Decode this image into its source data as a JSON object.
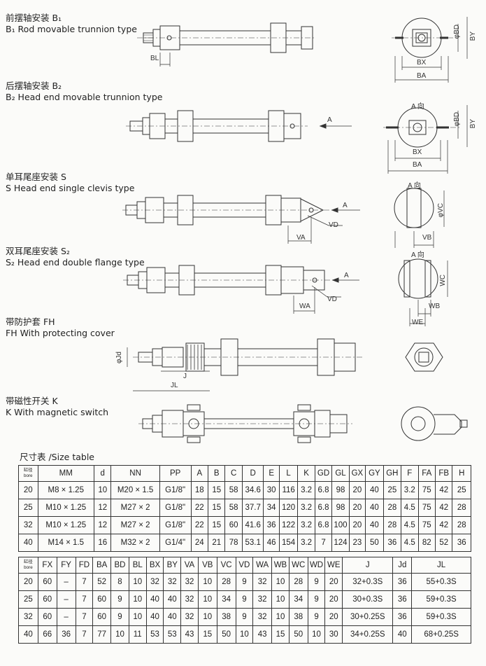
{
  "sections": [
    {
      "cn": "前摆轴安装 B₁",
      "en": "B₁ Rod movable trunnion type"
    },
    {
      "cn": "后摆轴安装 B₂",
      "en": "B₂ Head end movable trunnion type"
    },
    {
      "cn": "单耳尾座安装 S",
      "en": "S   Head end single clevis type"
    },
    {
      "cn": "双耳尾座安装 S₂",
      "en": "S₂ Head end double flange type"
    },
    {
      "cn": "带防护套 FH",
      "en": "FH   With protecting cover"
    },
    {
      "cn": "带磁性开关 K",
      "en": "K With magnetic switch"
    }
  ],
  "drawing_labels": {
    "bl": "BL",
    "bx": "BX",
    "ba": "BA",
    "bd": "φBD",
    "by": "BY",
    "a": "A",
    "a_dir": "A 向",
    "vd": "VD",
    "va": "VA",
    "vc": "φVC",
    "vb": "VB",
    "wa": "WA",
    "wc": "WC",
    "wb": "WB",
    "we": "WE",
    "jd": "φJd",
    "j": "J",
    "jl": "JL"
  },
  "table_caption": "尺寸表 /Size table",
  "bore_label_cn": "缸径",
  "bore_label_en": "bore",
  "table1": {
    "headers": [
      "MM",
      "d",
      "NN",
      "PP",
      "A",
      "B",
      "C",
      "D",
      "E",
      "L",
      "K",
      "GD",
      "GL",
      "GX",
      "GY",
      "GH",
      "F",
      "FA",
      "FB",
      "H"
    ],
    "rows": [
      [
        "20",
        "M8 × 1.25",
        "10",
        "M20 × 1.5",
        "G1/8\"",
        "18",
        "15",
        "58",
        "34.6",
        "30",
        "116",
        "3.2",
        "6.8",
        "98",
        "20",
        "40",
        "25",
        "3.2",
        "75",
        "42",
        "25"
      ],
      [
        "25",
        "M10 × 1.25",
        "12",
        "M27 × 2",
        "G1/8\"",
        "22",
        "15",
        "58",
        "37.7",
        "34",
        "120",
        "3.2",
        "6.8",
        "98",
        "20",
        "40",
        "28",
        "4.5",
        "75",
        "42",
        "28"
      ],
      [
        "32",
        "M10 × 1.25",
        "12",
        "M27 × 2",
        "G1/8\"",
        "22",
        "15",
        "60",
        "41.6",
        "36",
        "122",
        "3.2",
        "6.8",
        "100",
        "20",
        "40",
        "28",
        "4.5",
        "75",
        "42",
        "28"
      ],
      [
        "40",
        "M14 × 1.5",
        "16",
        "M32 × 2",
        "G1/4\"",
        "24",
        "21",
        "78",
        "53.1",
        "46",
        "154",
        "3.2",
        "7",
        "124",
        "23",
        "50",
        "36",
        "4.5",
        "82",
        "52",
        "36"
      ]
    ]
  },
  "table2": {
    "headers": [
      "FX",
      "FY",
      "FD",
      "BA",
      "BD",
      "BL",
      "BX",
      "BY",
      "VA",
      "VB",
      "VC",
      "VD",
      "WA",
      "WB",
      "WC",
      "WD",
      "WE",
      "J",
      "Jd",
      "JL"
    ],
    "rows": [
      [
        "20",
        "60",
        "–",
        "7",
        "52",
        "8",
        "10",
        "32",
        "32",
        "32",
        "10",
        "28",
        "9",
        "32",
        "10",
        "28",
        "9",
        "20",
        "32+0.3S",
        "36",
        "55+0.3S"
      ],
      [
        "25",
        "60",
        "–",
        "7",
        "60",
        "9",
        "10",
        "40",
        "40",
        "32",
        "10",
        "34",
        "9",
        "32",
        "10",
        "34",
        "9",
        "20",
        "30+0.3S",
        "36",
        "59+0.3S"
      ],
      [
        "32",
        "60",
        "–",
        "7",
        "60",
        "9",
        "10",
        "40",
        "40",
        "32",
        "10",
        "38",
        "9",
        "32",
        "10",
        "38",
        "9",
        "20",
        "30+0.25S",
        "36",
        "59+0.3S"
      ],
      [
        "40",
        "66",
        "36",
        "7",
        "77",
        "10",
        "11",
        "53",
        "53",
        "43",
        "15",
        "50",
        "10",
        "43",
        "15",
        "50",
        "10",
        "30",
        "34+0.25S",
        "40",
        "68+0.25S"
      ]
    ]
  }
}
